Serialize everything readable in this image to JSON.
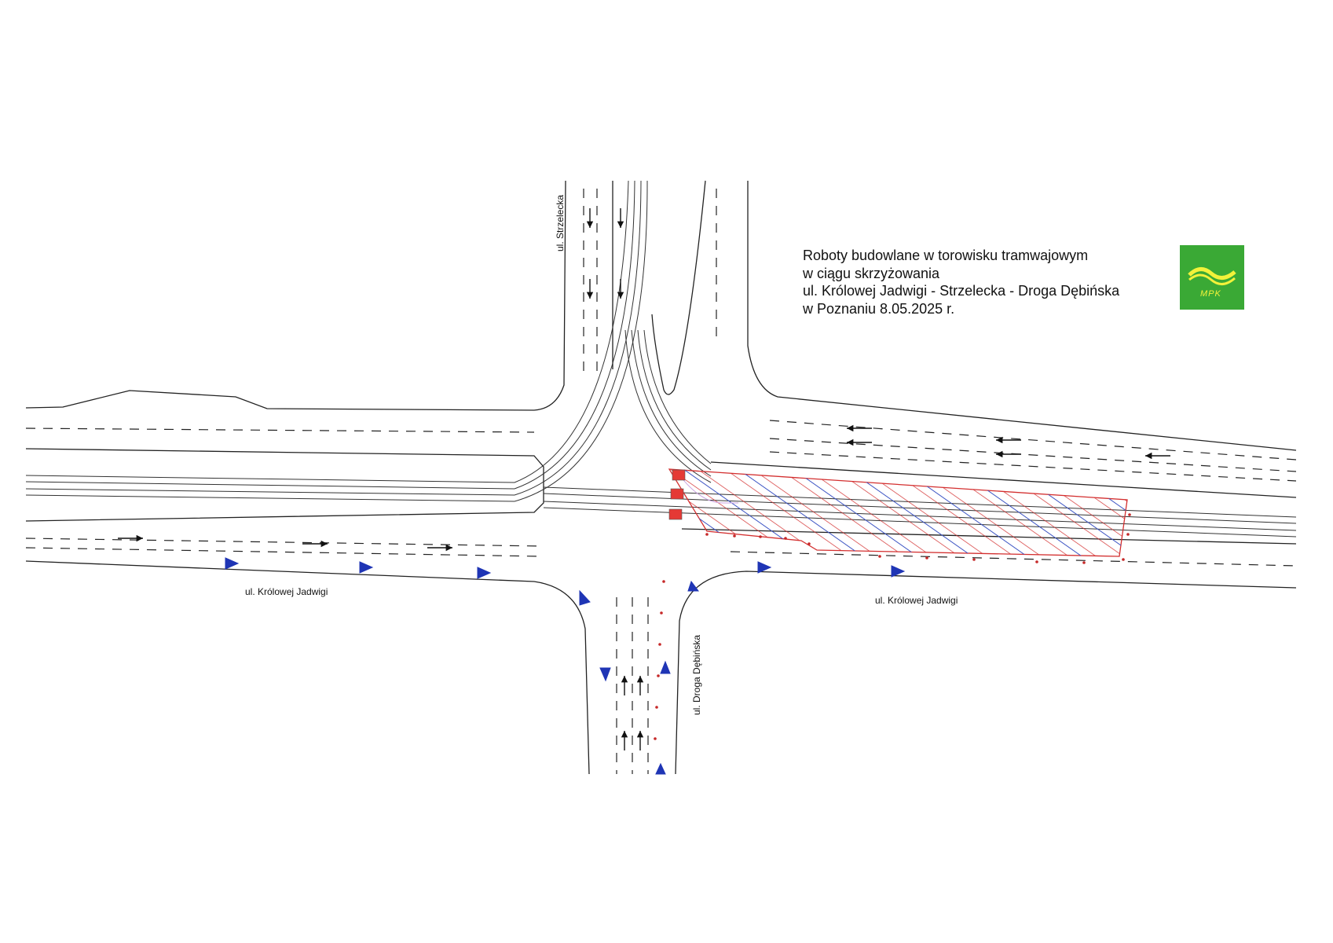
{
  "title": {
    "line1": "Roboty budowlane w torowisku tramwajowym",
    "line2": "w ciągu skrzyżowania",
    "line3": "ul. Królowej Jadwigi - Strzelecka - Droga Dębińska",
    "line4": "w Poznaniu 8.05.2025 r."
  },
  "logo": {
    "text": "MPK",
    "icon": "mpk-logo-icon",
    "bg_color": "#3aa935",
    "fg_color": "#f2f23a"
  },
  "streets": {
    "krolowej_jadwigi_west": "ul. Królowej Jadwigi",
    "krolowej_jadwigi_east": "ul. Królowej Jadwigi",
    "strzelecka": "ul. Strzelecka",
    "droga_debinska": "ul. Droga Dębińska"
  },
  "colors": {
    "road_line": "#222222",
    "work_zone_hatch": "#d32f2f",
    "detour_arrow": "#1f35b5",
    "barrier": "#e53935"
  }
}
